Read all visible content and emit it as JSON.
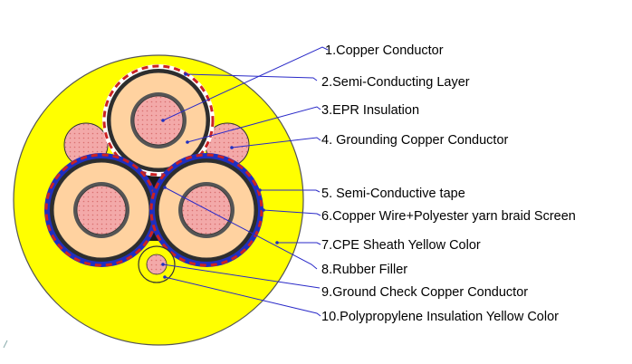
{
  "labels": [
    "1.Copper Conductor",
    "2.Semi-Conducting Layer",
    "3.EPR Insulation",
    "4. Grounding Copper Conductor",
    "5. Semi-Conductive tape",
    "6.Copper Wire+Polyester yarn braid Screen",
    "7.CPE Sheath Yellow Color",
    "8.Rubber Filler",
    "9.Ground Check Copper Conductor",
    "10.Polypropylene Insulation Yellow Color"
  ],
  "colors": {
    "sheath": "#ffff00",
    "insulation": "#ffd2a0",
    "copper": "#f0a5a5",
    "semi_conductor": "#3c3c3c",
    "tape_red": "#cc2222",
    "braid_blue": "#1f2fc0",
    "leader": "#2a2ac8"
  }
}
